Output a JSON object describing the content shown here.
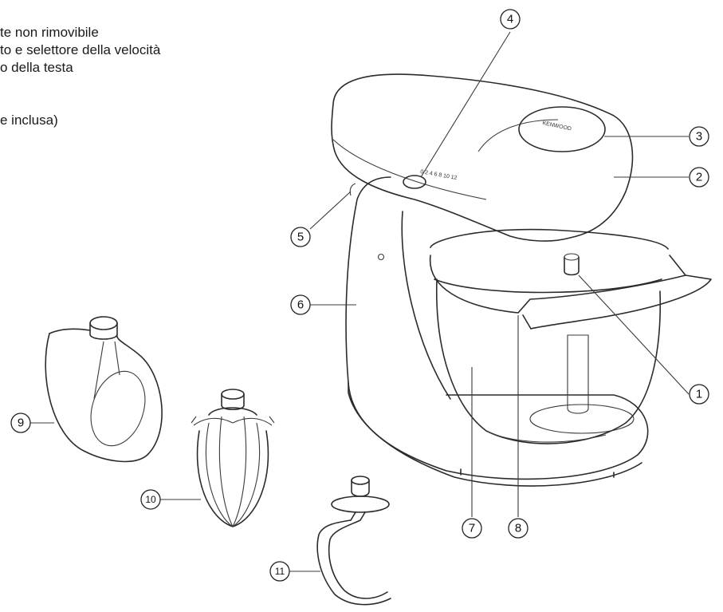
{
  "legend": {
    "lines": [
      "te non rimovibile",
      "to e selettore della velocità",
      "o della testa",
      "",
      "",
      "e inclusa)"
    ]
  },
  "brand": "KENWOOD",
  "speed_scale": "0 2 4 6 8 10 12",
  "callouts": [
    {
      "id": "1",
      "glyph": "①"
    },
    {
      "id": "2",
      "glyph": "②"
    },
    {
      "id": "3",
      "glyph": "③"
    },
    {
      "id": "4",
      "glyph": "④"
    },
    {
      "id": "5",
      "glyph": "⑤"
    },
    {
      "id": "6",
      "glyph": "⑥"
    },
    {
      "id": "7",
      "glyph": "⑦"
    },
    {
      "id": "8",
      "glyph": "⑧"
    },
    {
      "id": "9",
      "glyph": "⑨"
    },
    {
      "id": "10",
      "glyph": "⑩"
    },
    {
      "id": "11",
      "glyph": "⑪"
    }
  ]
}
